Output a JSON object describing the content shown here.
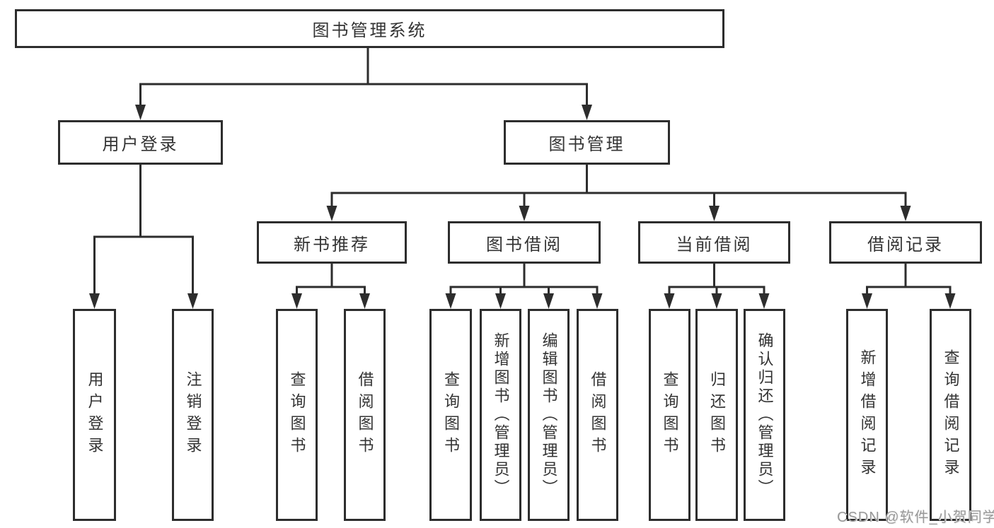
{
  "diagram": {
    "type": "tree",
    "nodes": {
      "root": "图书管理系统",
      "user_login": "用户登录",
      "book_management": "图书管理",
      "new_book_recommend": "新书推荐",
      "book_borrowing": "图书借阅",
      "current_borrowing": "当前借阅",
      "borrowing_records": "借阅记录",
      "leaf_user_login": "用户登录",
      "leaf_logout": "注销登录",
      "leaf_query_books_1": "查询图书",
      "leaf_borrow_books_1": "借阅图书",
      "leaf_query_books_2": "查询图书",
      "leaf_add_books_admin": "新增图书（管理员）",
      "leaf_edit_books_admin": "编辑图书（管理员）",
      "leaf_borrow_books_2": "借阅图书",
      "leaf_query_books_3": "查询图书",
      "leaf_return_books": "归还图书",
      "leaf_confirm_return_admin": "确认归还（管理员）",
      "leaf_add_borrow_record": "新增借阅记录",
      "leaf_query_borrow_record": "查询借阅记录"
    },
    "edges": [
      [
        "图书管理系统",
        "用户登录"
      ],
      [
        "图书管理系统",
        "图书管理"
      ],
      [
        "用户登录",
        "用户登录"
      ],
      [
        "用户登录",
        "注销登录"
      ],
      [
        "图书管理",
        "新书推荐"
      ],
      [
        "图书管理",
        "图书借阅"
      ],
      [
        "图书管理",
        "当前借阅"
      ],
      [
        "图书管理",
        "借阅记录"
      ],
      [
        "新书推荐",
        "查询图书"
      ],
      [
        "新书推荐",
        "借阅图书"
      ],
      [
        "图书借阅",
        "查询图书"
      ],
      [
        "图书借阅",
        "新增图书（管理员）"
      ],
      [
        "图书借阅",
        "编辑图书（管理员）"
      ],
      [
        "图书借阅",
        "借阅图书"
      ],
      [
        "当前借阅",
        "查询图书"
      ],
      [
        "当前借阅",
        "归还图书"
      ],
      [
        "当前借阅",
        "确认归还（管理员）"
      ],
      [
        "借阅记录",
        "新增借阅记录"
      ],
      [
        "借阅记录",
        "查询借阅记录"
      ]
    ],
    "watermark": "CSDN @软件_小贺同学",
    "colors": {
      "line": "#2d2d2d",
      "box_border": "#2d2d2d",
      "text": "#333333",
      "background": "#ffffff",
      "watermark": "#999999"
    }
  }
}
